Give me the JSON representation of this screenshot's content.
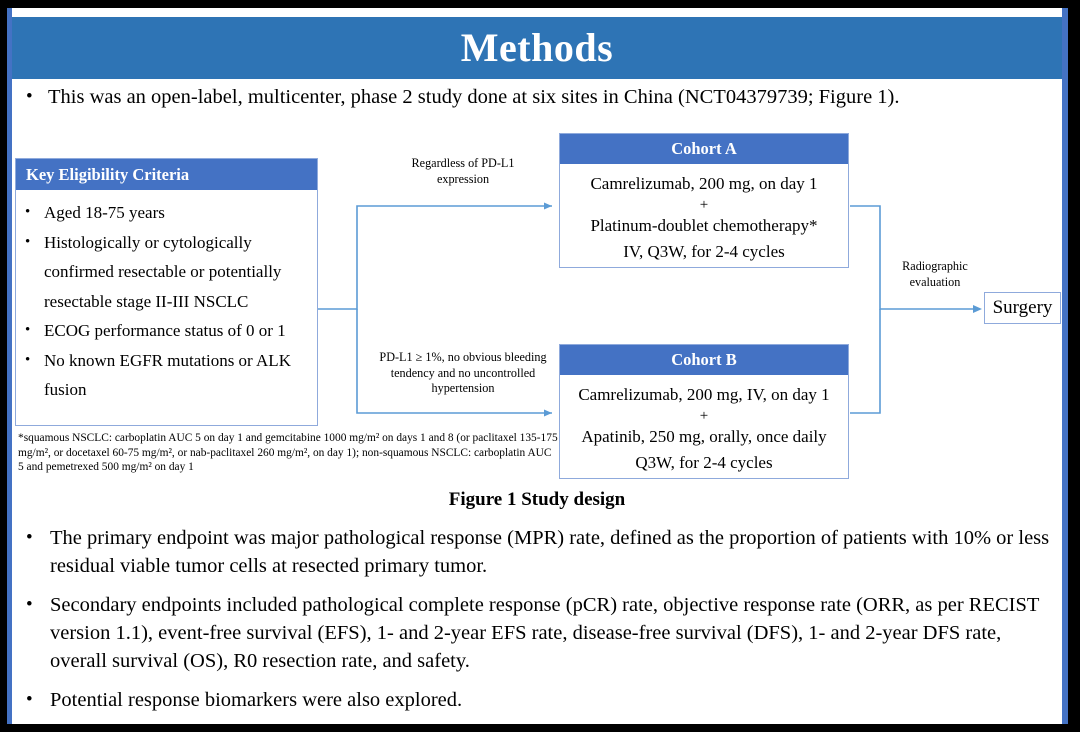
{
  "slide": {
    "title": "Methods",
    "accent_banner_color": "#2E74B5",
    "accent_box_color": "#4472C4",
    "box_border_color": "#8FAADC"
  },
  "intro": {
    "bullet": "This was an open-label, multicenter, phase 2 study done at six sites in China (NCT04379739; Figure 1)."
  },
  "figure": {
    "caption": "Figure 1 Study design",
    "eligibility": {
      "header": "Key  Eligibility Criteria",
      "items": [
        "Aged 18-75 years",
        "Histologically or cytologically confirmed resectable or potentially resectable stage II-III  NSCLC",
        "ECOG performance status of 0 or 1",
        "No known EGFR mutations or ALK fusion"
      ]
    },
    "footnote": "*squamous NSCLC: carboplatin AUC 5 on day 1 and gemcitabine 1000 mg/m² on days 1 and 8 (or paclitaxel 135-175 mg/m², or docetaxel 60-75 mg/m², or nab-paclitaxel 260 mg/m², on day 1); non-squamous NSCLC: carboplatin AUC 5 and pemetrexed 500 mg/m² on day 1",
    "cohort_a": {
      "header": "Cohort A",
      "lines": [
        "Camrelizumab, 200 mg, on day 1",
        "+",
        "Platinum-doublet chemotherapy*",
        "IV, Q3W, for 2-4 cycles"
      ]
    },
    "cohort_b": {
      "header": "Cohort B",
      "lines": [
        "Camrelizumab, 200 mg, IV, on day 1",
        "+",
        "Apatinib, 250 mg, orally, once daily",
        "Q3W, for 2-4 cycles"
      ]
    },
    "connector_label_a": "Regardless of PD-L1 expression",
    "connector_label_b": "PD-L1 ≥ 1%, no obvious bleeding tendency and no uncontrolled hypertension",
    "connector_label_radiographic": "Radiographic evaluation",
    "surgery": "Surgery"
  },
  "endpoints": {
    "bullets": [
      "The primary endpoint was major pathological response (MPR) rate, defined as the proportion of patients with 10% or less residual viable tumor cells at resected primary tumor.",
      "Secondary endpoints included pathological complete response (pCR) rate, objective response rate (ORR, as per RECIST version 1.1), event-free survival (EFS), 1- and 2-year EFS rate, disease-free survival (DFS), 1- and 2-year DFS rate, overall survival (OS), R0 resection rate, and safety.",
      "Potential response biomarkers were also explored."
    ]
  },
  "bullet_glyph": "•"
}
